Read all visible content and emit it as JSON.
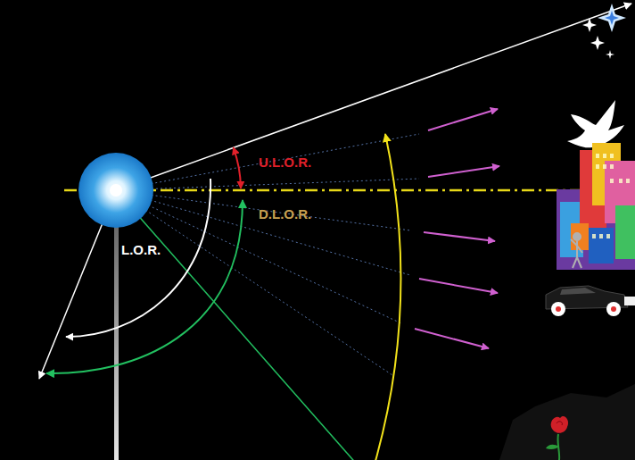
{
  "diagram": {
    "labels": [
      "U.L.O.R.",
      "D.L.O.R.",
      "L.O.R."
    ]
  }
}
